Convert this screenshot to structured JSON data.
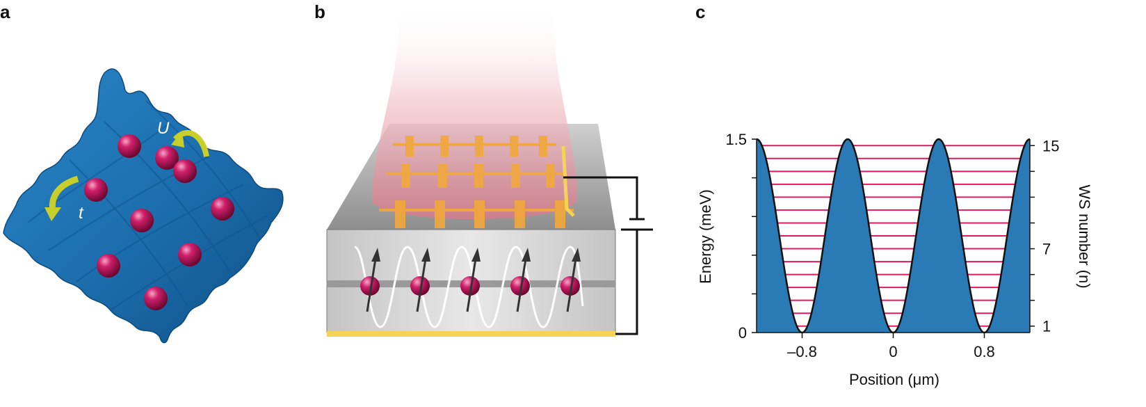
{
  "panels": {
    "a": {
      "letter": "a",
      "labels": {
        "U": "U",
        "t": "t"
      },
      "colors": {
        "surface": "#1d6fb3",
        "sphere": "#c0185a",
        "arrow": "#c8cf2a"
      }
    },
    "b": {
      "letter": "b",
      "colors": {
        "beam": "#e89aa5",
        "grid": "#f2a83b",
        "gold": "#f5d354",
        "substrate": "#b8b8b8",
        "sphere": "#c0185a"
      }
    },
    "c": {
      "letter": "c"
    }
  },
  "chart_data": {
    "type": "area",
    "xlabel": "Position (μm)",
    "ylabel": "Energy (meV)",
    "y2label": "WS number (n)",
    "xlim": [
      -1.2,
      1.2
    ],
    "ylim": [
      0,
      1.5
    ],
    "xticks": [
      -0.8,
      0,
      0.8
    ],
    "xtick_labels": [
      "–0.8",
      "0",
      "0.8"
    ],
    "yticks": [
      0,
      1.5
    ],
    "ytick_labels": [
      "0",
      "1.5"
    ],
    "y2ticks": [
      1,
      7,
      15
    ],
    "y2tick_labels": [
      "1",
      "7",
      "15"
    ],
    "y2lim": [
      0.5,
      15.5
    ],
    "potential": {
      "form": "cosine",
      "amplitude_meV": 1.5,
      "period_um": 0.8,
      "minima_um": [
        -0.8,
        0,
        0.8
      ],
      "maxima_um": [
        -1.2,
        -0.4,
        0.4,
        1.2
      ],
      "fill": "#2a7ab5"
    },
    "levels": {
      "count": 15,
      "spacing_meV": 0.1,
      "first_meV": 0.05,
      "color": "#e0185f"
    }
  }
}
